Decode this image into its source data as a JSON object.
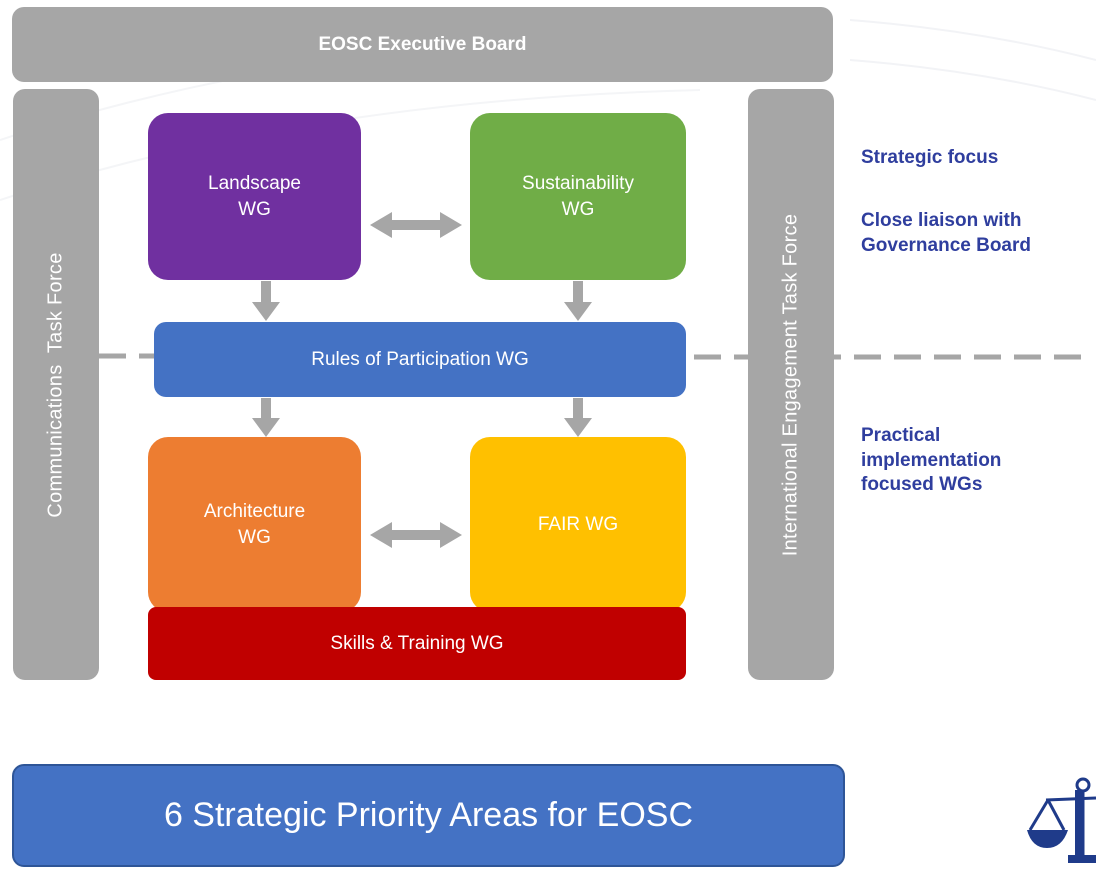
{
  "executive_board": "EOSC Executive Board",
  "left_task_force": "Communications  Task Force",
  "right_task_force": "International Engagement Task Force",
  "working_groups": {
    "landscape": {
      "line1": "Landscape",
      "line2": "WG"
    },
    "sustainability": {
      "line1": "Sustainability",
      "line2": "WG"
    },
    "rules": "Rules of Participation WG",
    "architecture": {
      "line1": "Architecture",
      "line2": "WG"
    },
    "fair": "FAIR WG",
    "skills": "Skills & Training WG"
  },
  "side_notes": {
    "strategic_focus": "Strategic focus",
    "liaison_line1": "Close liaison with",
    "liaison_line2": "Governance Board",
    "practical_line1": "Practical",
    "practical_line2": "implementation",
    "practical_line3": "focused WGs"
  },
  "priority_banner": "6 Strategic Priority Areas for EOSC",
  "icon": "balance-scale-icon",
  "colors": {
    "grey": "#a6a6a6",
    "landscape": "#7030a0",
    "sustainability": "#70ad47",
    "rules": "#4472c4",
    "architecture": "#ed7d31",
    "fair": "#ffc000",
    "skills": "#c00000",
    "note_text": "#2f3e9e"
  }
}
